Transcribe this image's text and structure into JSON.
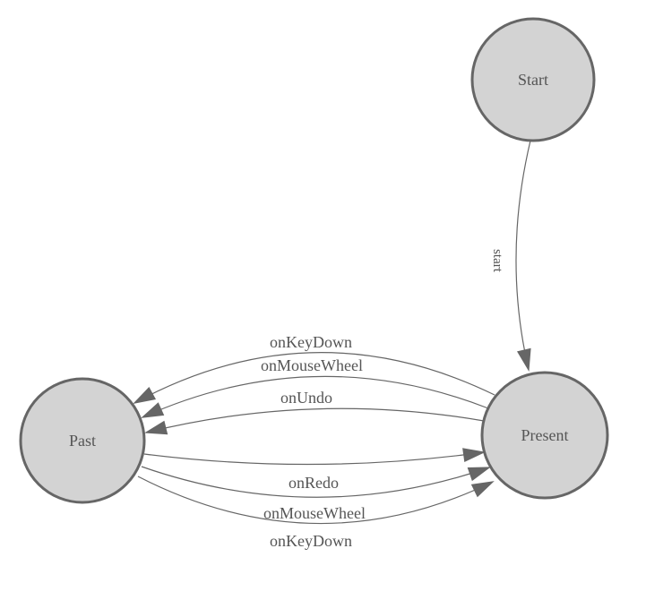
{
  "diagram": {
    "nodes": [
      {
        "id": "Start",
        "label": "Start"
      },
      {
        "id": "Present",
        "label": "Present"
      },
      {
        "id": "Past",
        "label": "Past"
      }
    ],
    "edges": [
      {
        "from": "Start",
        "to": "Present",
        "label": "start"
      },
      {
        "from": "Present",
        "to": "Past",
        "label": "onKeyDown"
      },
      {
        "from": "Present",
        "to": "Past",
        "label": "onMouseWheel"
      },
      {
        "from": "Present",
        "to": "Past",
        "label": "onUndo"
      },
      {
        "from": "Past",
        "to": "Present",
        "label": "onRedo"
      },
      {
        "from": "Past",
        "to": "Present",
        "label": "onMouseWheel"
      },
      {
        "from": "Past",
        "to": "Present",
        "label": "onKeyDown"
      }
    ],
    "colors": {
      "background": "#ffffff",
      "node_fill": "#d3d3d3",
      "node_stroke": "#666666",
      "edge_stroke": "#666666",
      "label_text": "#555555"
    }
  }
}
